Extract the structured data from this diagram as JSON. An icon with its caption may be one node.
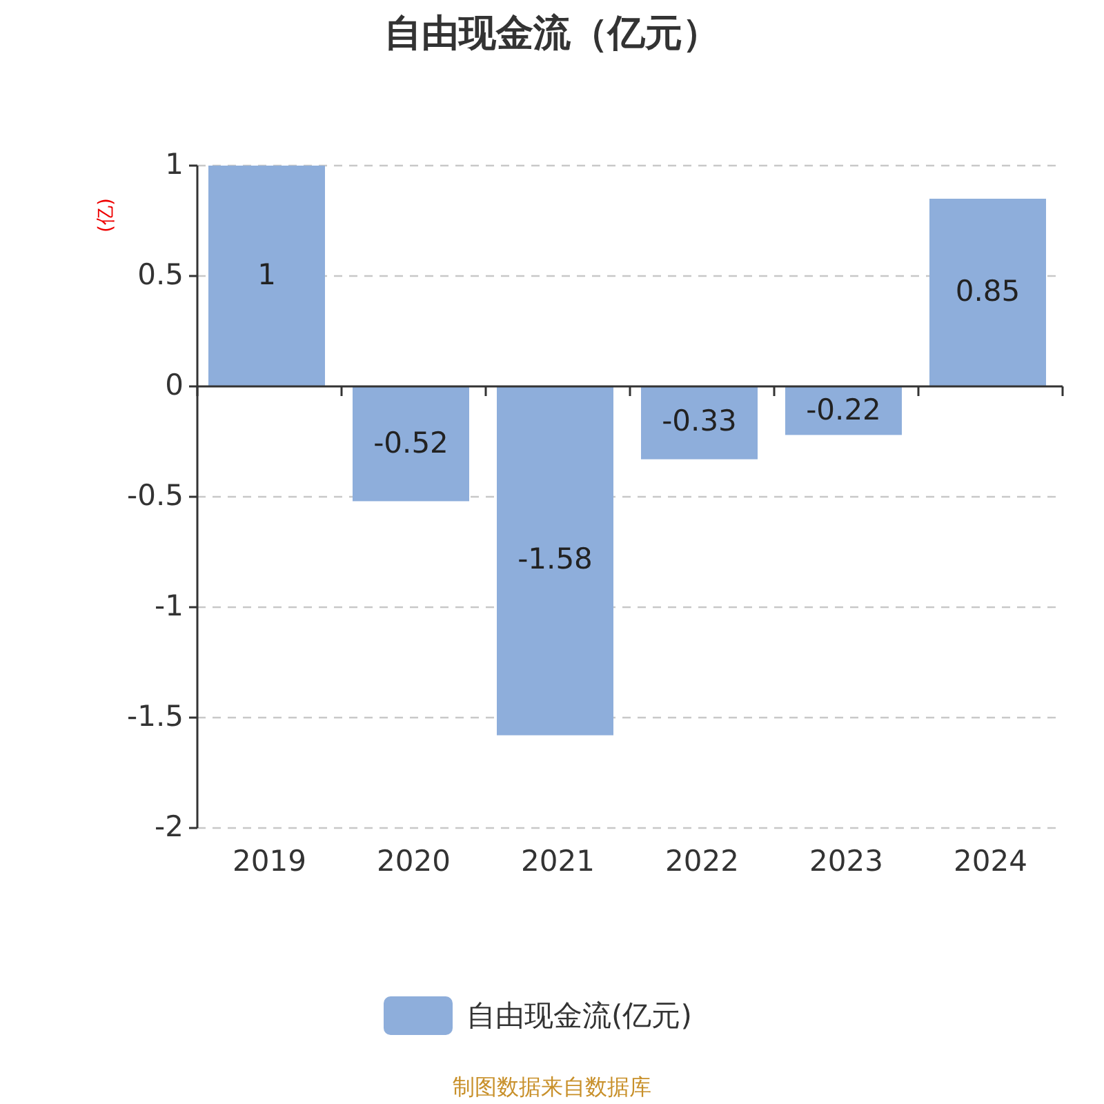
{
  "diagram": {
    "title": "自由现金流（亿元）",
    "labels": [
      "制图数据来自数据库"
    ],
    "legend": [
      {
        "text": "自由现金流(亿元)",
        "color": "#8eaedb"
      }
    ],
    "chart_data": {
      "type": "bar",
      "ylabel": "(亿)",
      "categories": [
        "2019",
        "2020",
        "2021",
        "2022",
        "2023",
        "2024"
      ],
      "series": [
        {
          "color": "#8eaedb",
          "values": [
            1,
            -0.52,
            -1.58,
            -0.33,
            -0.22,
            0.85
          ]
        }
      ],
      "ylim": [
        -2,
        1
      ],
      "yticks": [
        1,
        0.5,
        0,
        -0.5,
        -1,
        -1.5,
        -2
      ],
      "data_labels": true,
      "grid": true
    }
  }
}
